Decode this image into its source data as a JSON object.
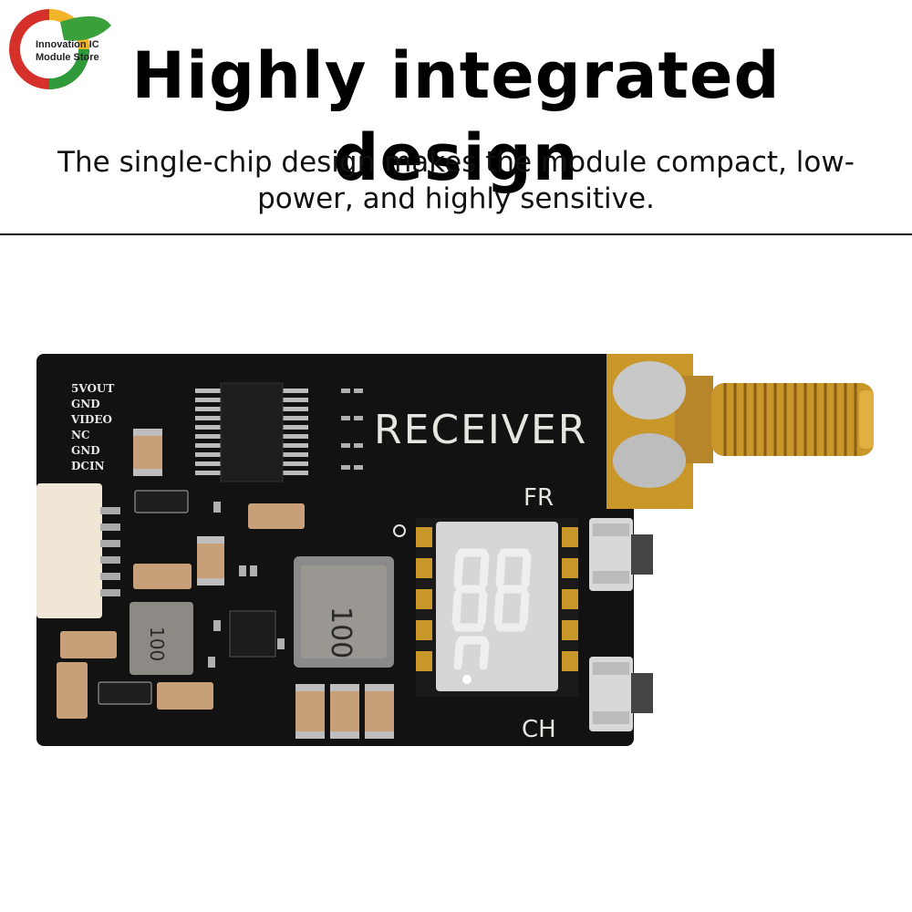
{
  "header": {
    "title": "Highly integrated design",
    "subtitle": "The single-chip design makes the module compact, low-power, and highly sensitive."
  },
  "logo": {
    "line1": "Innovation IC",
    "line2": "Module Store"
  },
  "board": {
    "pin_labels": [
      "5VOUT",
      "GND",
      "VIDEO",
      "NC",
      "GND",
      "DCIN"
    ],
    "silk_receiver": "RECEIVER",
    "silk_fr": "FR",
    "silk_ch": "CH",
    "inductor_marking": "100",
    "small_inductor_marking": "100"
  },
  "colors": {
    "pcb": "#141414",
    "gold": "#c9962a",
    "display": "#d8d8d8"
  }
}
